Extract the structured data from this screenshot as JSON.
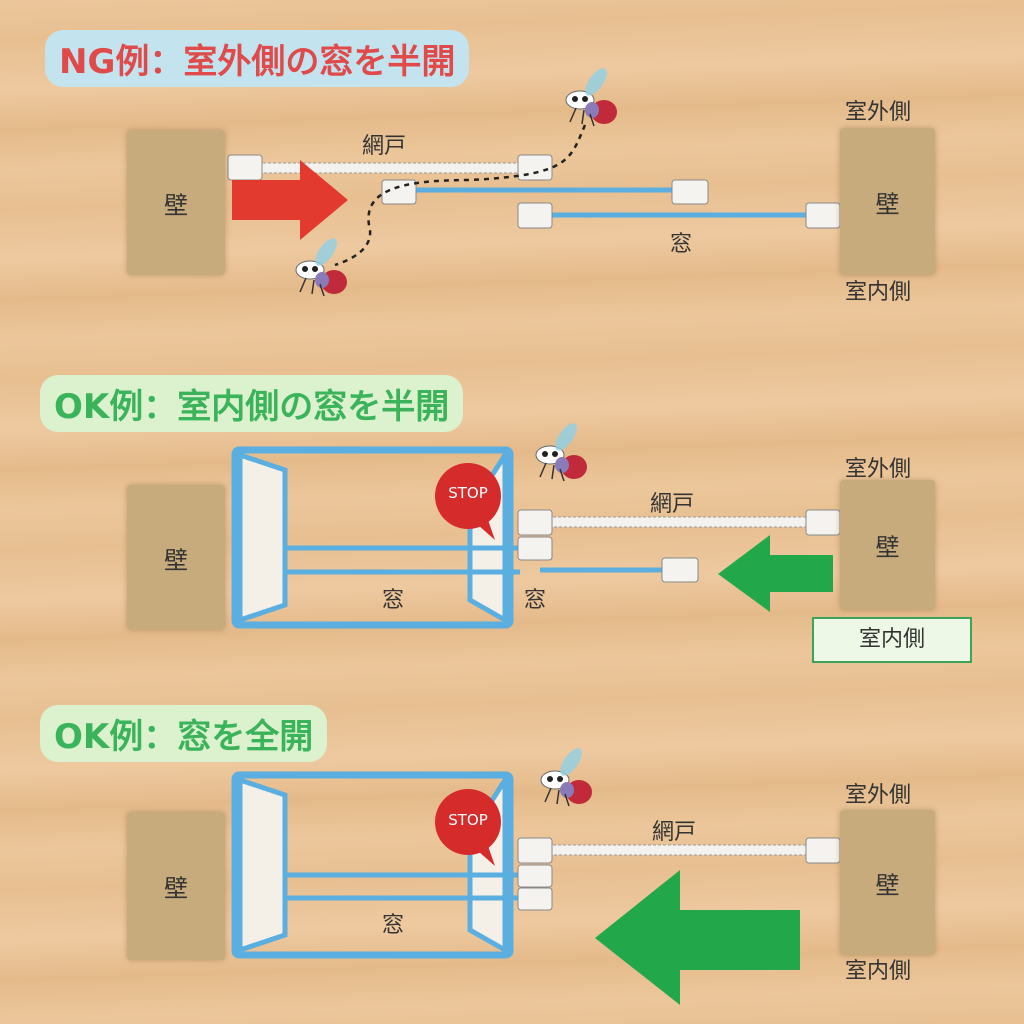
{
  "colors": {
    "ng_title": "#e04a4a",
    "ok_title": "#3bb35a",
    "window": "#5aaee0",
    "wall": "#c8ab7c",
    "stop": "#d62b2b",
    "arrow_red": "#e23a2e",
    "arrow_green": "#22a84a"
  },
  "labels": {
    "wall": "壁",
    "screen": "網戸",
    "window": "窓",
    "outdoor": "室外側",
    "indoor": "室内側",
    "stop": "STOP"
  },
  "sections": [
    {
      "title": "NG例：室外側の窓を半開"
    },
    {
      "title": "OK例：室内側の窓を半開"
    },
    {
      "title": "OK例：窓を全開"
    }
  ]
}
